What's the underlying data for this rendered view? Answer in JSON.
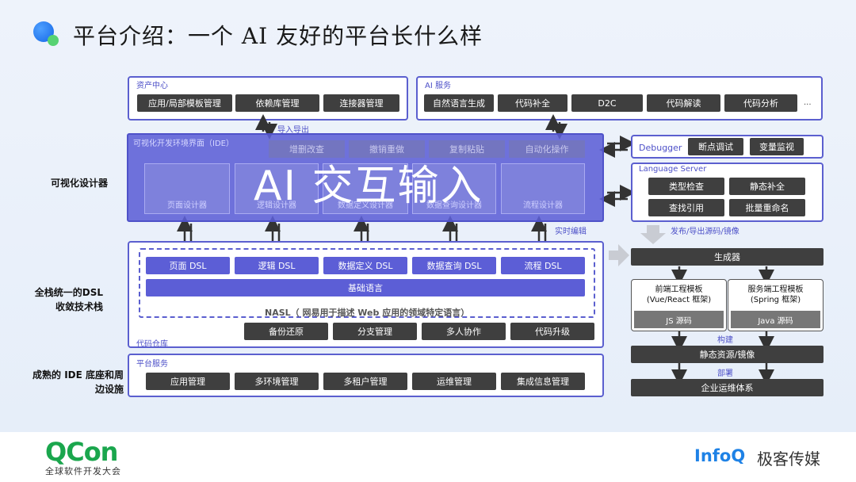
{
  "title": "平台介绍：一个 AI 友好的平台长什么样",
  "side_labels": {
    "visual_designer": "可视化设计器",
    "full_stack_dsl_1": "全栈统一的DSL",
    "full_stack_dsl_2": "收敛技术栈",
    "ide_infra_1": "成熟的 IDE 底座和周",
    "ide_infra_2": "边设施"
  },
  "asset_center": {
    "label": "资产中心",
    "items": [
      "应用/局部模板管理",
      "依赖库管理",
      "连接器管理"
    ]
  },
  "ai_service": {
    "label": "AI 服务",
    "items": [
      "自然语言生成",
      "代码补全",
      "D2C",
      "代码解读",
      "代码分析"
    ],
    "more": "..."
  },
  "import_export": "导入导出",
  "ide": {
    "label": "可视化开发环境界面（IDE）",
    "tools": [
      "增删改查",
      "撤销重做",
      "复制粘贴",
      "自动化操作"
    ],
    "designers": [
      "页面设计器",
      "逻辑设计器",
      "数据定义设计器",
      "数据查询设计器",
      "流程设计器"
    ],
    "overlay_text": "AI 交互输入"
  },
  "debugger": {
    "label": "Debugger",
    "items": [
      "断点调试",
      "变量监视"
    ]
  },
  "language_server": {
    "label": "Language Server",
    "items": [
      "类型检查",
      "静态补全",
      "查找引用",
      "批量重命名"
    ]
  },
  "realtime_edit": "实时编辑",
  "publish_export": "发布/导出源码/镜像",
  "dsl": {
    "items": [
      "页面 DSL",
      "逻辑 DSL",
      "数据定义 DSL",
      "数据查询 DSL",
      "流程 DSL"
    ],
    "base_language": "基础语言",
    "nasl_note": "NASL（ 网易用于描述 Web 应用的领域特定语言）",
    "repo_items": [
      "备份还原",
      "分支管理",
      "多人协作",
      "代码升级"
    ],
    "repo_label": "代码仓库"
  },
  "generator": {
    "title": "生成器",
    "frontend_title": "前端工程模板",
    "frontend_sub": "(Vue/React 框架)",
    "frontend_src": "JS 源码",
    "backend_title": "服务端工程模板",
    "backend_sub": "(Spring 框架)",
    "backend_src": "Java 源码",
    "build": "构建",
    "static_res": "静态资源/镜像",
    "deploy": "部署",
    "ops": "企业运维体系"
  },
  "platform_service": {
    "label": "平台服务",
    "items": [
      "应用管理",
      "多环境管理",
      "多租户管理",
      "运维管理",
      "集成信息管理"
    ]
  },
  "footer": {
    "qcon": "QCon",
    "qcon_sub": "全球软件开发大会",
    "infoq": "InfoQ",
    "geek": "极客传媒"
  }
}
